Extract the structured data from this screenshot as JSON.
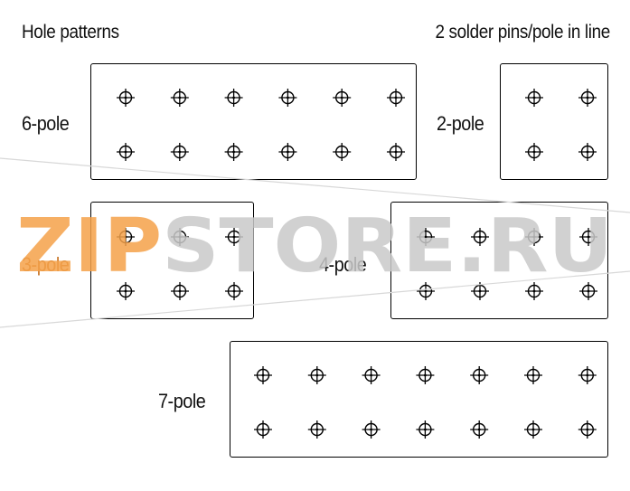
{
  "header": {
    "left_title": "Hole patterns",
    "right_title": "2 solder pins/pole in line"
  },
  "patterns": [
    {
      "label": "6-pole",
      "columns": 6,
      "rows": 2
    },
    {
      "label": "2-pole",
      "columns": 2,
      "rows": 2
    },
    {
      "label": "3-pole",
      "columns": 3,
      "rows": 2
    },
    {
      "label": "4-pole",
      "columns": 4,
      "rows": 2
    },
    {
      "label": "7-pole",
      "columns": 7,
      "rows": 2
    }
  ],
  "watermark": {
    "text_orange": "ZIP",
    "text_grey": "STORE.RU",
    "color_orange": "#f5a24a",
    "color_grey": "#c9c9c9"
  },
  "colors": {
    "line": "#000000",
    "background": "#ffffff"
  }
}
